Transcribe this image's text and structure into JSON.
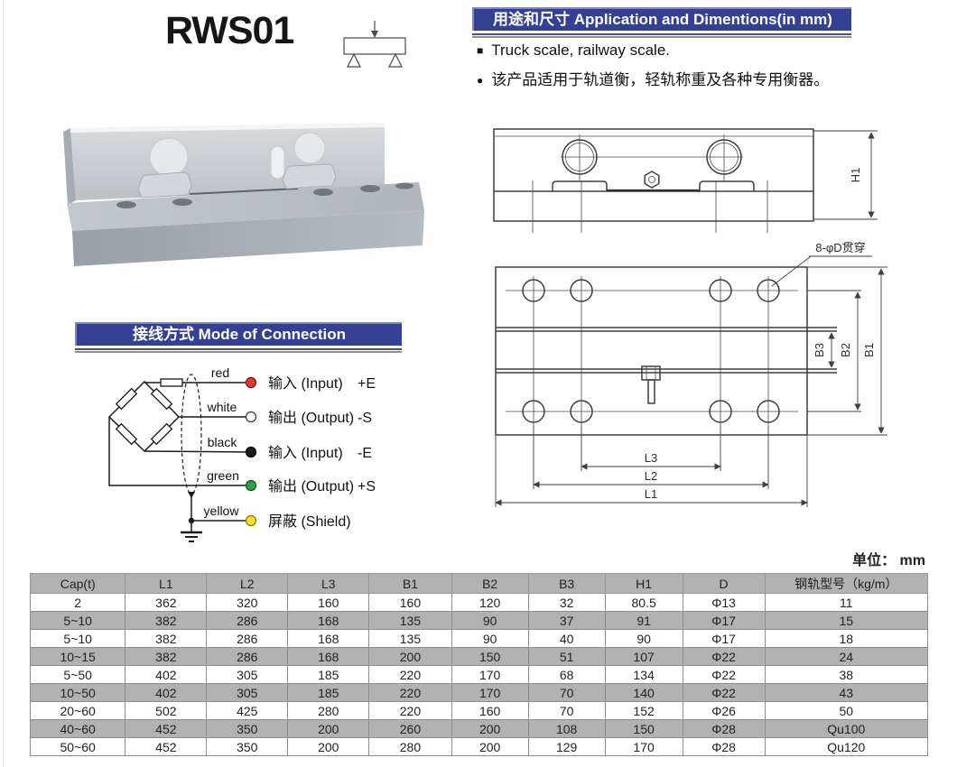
{
  "page": {
    "title": "RWS01",
    "unit_note": "单位： mm"
  },
  "colors": {
    "accent_blue": "#344093",
    "table_gray": "#b2b2b2",
    "wire_red": "#e03c2d",
    "wire_white": "#ffffff",
    "wire_black": "#1a1a1a",
    "wire_green": "#2e9e46",
    "wire_yellow": "#f2e02a"
  },
  "application": {
    "header": "用途和尺寸 Application and Dimentions(in mm)",
    "bullets": [
      "Truck scale, railway scale.",
      "该产品适用于轨道衡，轻轨称重及各种专用衡器。"
    ]
  },
  "connection": {
    "header": "接线方式 Mode of Connection",
    "wires": [
      {
        "color_name": "red",
        "label": "输入 (Input)",
        "signal": "+E",
        "dot": "#e03c2d"
      },
      {
        "color_name": "white",
        "label": "输出 (Output)",
        "signal": "-S",
        "dot": "#ffffff"
      },
      {
        "color_name": "black",
        "label": "输入 (Input)",
        "signal": "-E",
        "dot": "#1a1a1a"
      },
      {
        "color_name": "green",
        "label": "输出 (Output)",
        "signal": "+S",
        "dot": "#2e9e46"
      },
      {
        "color_name": "yellow",
        "label": "屏蔽 (Shield)",
        "signal": "",
        "dot": "#f2e02a"
      }
    ]
  },
  "drawings": {
    "elevation": {
      "height_label": "H1"
    },
    "plan": {
      "width_labels": [
        "B3",
        "B2",
        "B1"
      ],
      "length_labels": [
        "L3",
        "L2",
        "L1"
      ],
      "holes_note": "8-φD贯穿"
    }
  },
  "table": {
    "headers": [
      "Cap(t)",
      "L1",
      "L2",
      "L3",
      "B1",
      "B2",
      "B3",
      "H1",
      "D",
      "钢轨型号（kg/m）"
    ],
    "rows": [
      [
        "2",
        "362",
        "320",
        "160",
        "160",
        "120",
        "32",
        "80.5",
        "Φ13",
        "11"
      ],
      [
        "5~10",
        "382",
        "286",
        "168",
        "135",
        "90",
        "37",
        "91",
        "Φ17",
        "15"
      ],
      [
        "5~10",
        "382",
        "286",
        "168",
        "135",
        "90",
        "40",
        "90",
        "Φ17",
        "18"
      ],
      [
        "10~15",
        "382",
        "286",
        "168",
        "200",
        "150",
        "51",
        "107",
        "Φ22",
        "24"
      ],
      [
        "5~50",
        "402",
        "305",
        "185",
        "220",
        "170",
        "68",
        "134",
        "Φ22",
        "38"
      ],
      [
        "10~50",
        "402",
        "305",
        "185",
        "220",
        "170",
        "70",
        "140",
        "Φ22",
        "43"
      ],
      [
        "20~60",
        "502",
        "425",
        "280",
        "220",
        "160",
        "70",
        "152",
        "Φ26",
        "50"
      ],
      [
        "40~60",
        "452",
        "350",
        "200",
        "260",
        "200",
        "108",
        "150",
        "Φ28",
        "Qu100"
      ],
      [
        "50~60",
        "452",
        "350",
        "200",
        "280",
        "200",
        "129",
        "170",
        "Φ28",
        "Qu120"
      ]
    ]
  }
}
